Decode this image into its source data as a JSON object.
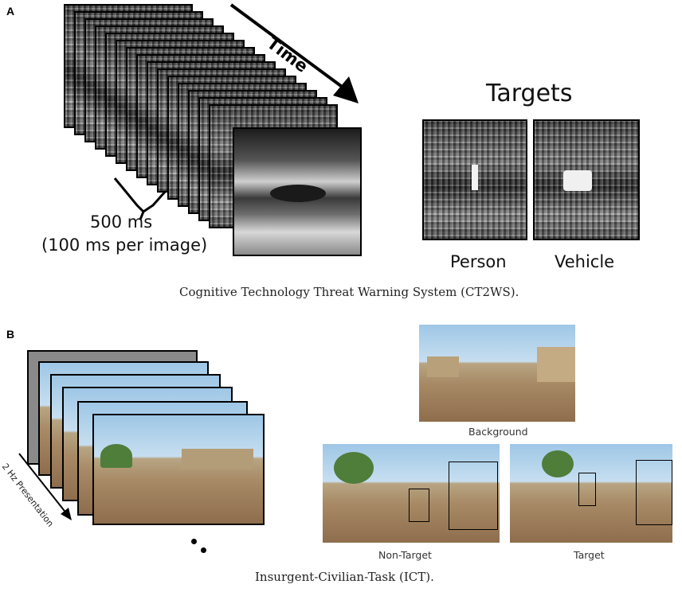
{
  "panel_a": {
    "letter": "A",
    "time_label": "Time",
    "duration_label": "500 ms",
    "per_image_label": "(100 ms per image)",
    "targets_title": "Targets",
    "target_person_label": "Person",
    "target_vehicle_label": "Vehicle",
    "caption": "Cognitive Technology Threat Warning System (CT2WS)."
  },
  "panel_b": {
    "letter": "B",
    "presentation_label": "2 Hz Presentation",
    "background_label": "Background",
    "non_target_label": "Non-Target",
    "target_label": "Target",
    "caption": "Insurgent-Civilian-Task (ICT)."
  }
}
